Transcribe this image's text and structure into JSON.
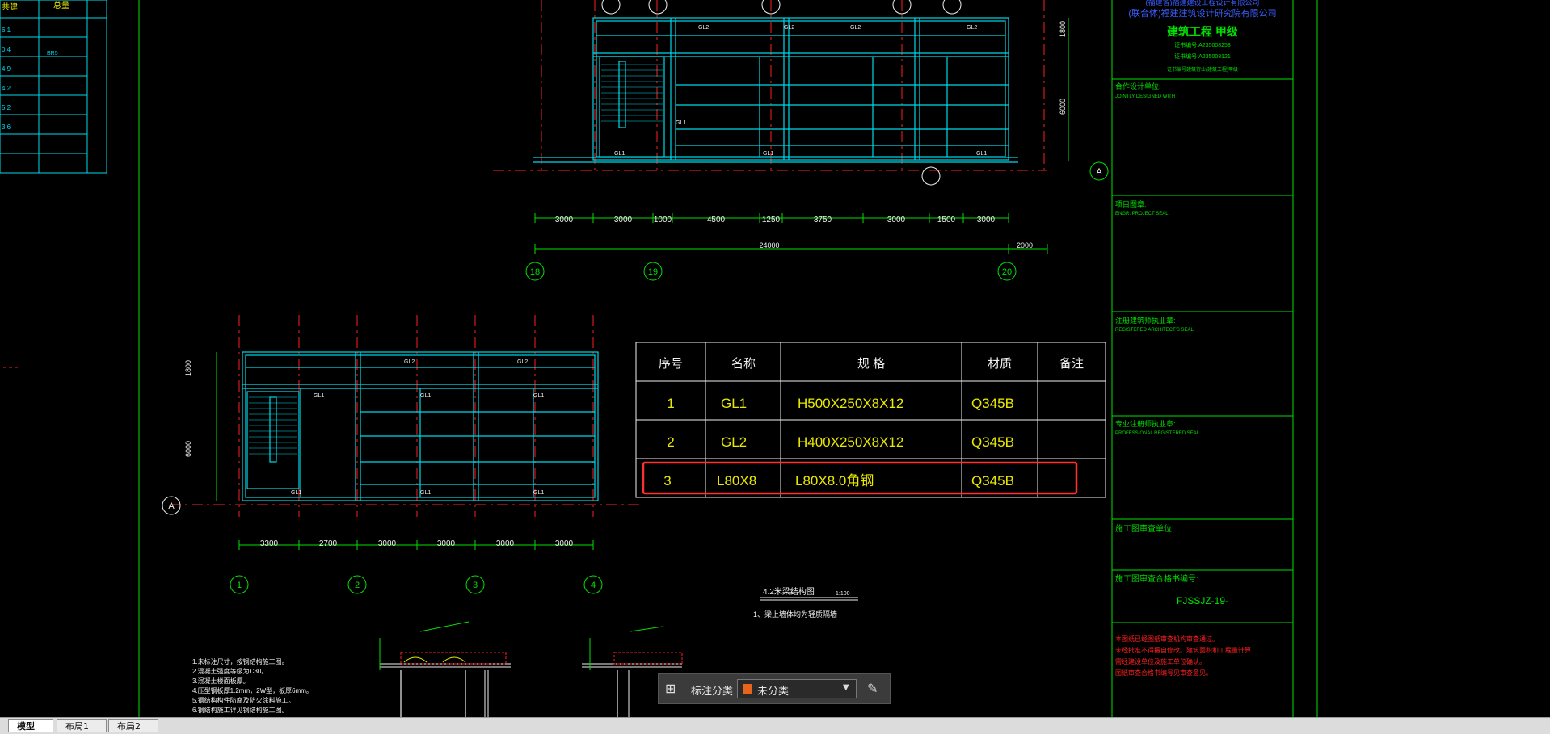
{
  "colors": {
    "background": "#000000",
    "cyan": "#00d8e8",
    "green": "#00e000",
    "red": "#ff2020",
    "yellow": "#e8e800",
    "white": "#f0f0f0",
    "highlight": "#ff3030"
  },
  "top_left_table": {
    "headers": [
      "共建",
      "总量"
    ],
    "rows": [
      "6.1",
      "0.4",
      "4.9",
      "4.2",
      "5.2",
      "3.6"
    ],
    "tag": "BR5"
  },
  "top_plan": {
    "dims": [
      "3000",
      "3000",
      "1000",
      "4500",
      "1250",
      "3750",
      "3000",
      "1500",
      "3000"
    ],
    "total": "24000",
    "right_extra": "2000",
    "axes": [
      "18",
      "19",
      "20"
    ],
    "axis_a": "A",
    "v_dims": [
      "1800",
      "6000"
    ],
    "beams": [
      "GL1",
      "GL2"
    ]
  },
  "bottom_plan": {
    "dims": [
      "3300",
      "2700",
      "3000",
      "3000",
      "3000",
      "3000"
    ],
    "axes": [
      "1",
      "2",
      "3",
      "4"
    ],
    "axis_a": "A",
    "v_dims": [
      "1800",
      "6000"
    ],
    "beams": [
      "GL1",
      "GL2"
    ]
  },
  "material_table": {
    "headers": [
      "序号",
      "名称",
      "规 格",
      "材质",
      "备注"
    ],
    "rows": [
      {
        "no": "1",
        "name": "GL1",
        "spec": "H500X250X8X12",
        "mat": "Q345B",
        "note": ""
      },
      {
        "no": "2",
        "name": "GL2",
        "spec": "H400X250X8X12",
        "mat": "Q345B",
        "note": ""
      },
      {
        "no": "3",
        "name": "L80X8",
        "spec": "L80X8.0角钢",
        "mat": "Q345B",
        "note": ""
      }
    ]
  },
  "section_title": {
    "title": "4.2米梁结构图",
    "scale": "1:100",
    "note": "1、梁上墙体均为轻质隔墙"
  },
  "notes": [
    "1.未标注尺寸，按钢结构施工图。",
    "2.混凝土强度等级为C30。",
    "3.混凝土楼面板厚。",
    "4.压型钢板厚1.2mm，2W型，板厚6mm。",
    "5.钢结构构件防腐及防火涂料施工。",
    "6.钢结构施工详见钢结构施工图。"
  ],
  "title_block": {
    "company1": "(福建省)福建建设工程设计有限公司",
    "company2": "(联合体)福建建筑设计研究院有限公司",
    "license": "建筑工程 甲级",
    "code1": "证书编号:A235008258",
    "code2": "证书编号:A235008121",
    "desc": "证书编号建筑行业(建筑工程)甲级",
    "joint_cn": "合作设计单位:",
    "joint_en": "JOINTLY DESIGNED WITH",
    "proj_cn": "项目图章:",
    "proj_en": "ENGR. PROJECT SEAL",
    "arch_cn": "注册建筑师执业章:",
    "arch_en": "REGISTERED ARCHITECT'S SEAL",
    "prof_cn": "专业注册师执业章:",
    "prof_en": "PROFESSIONAL REGISTERED SEAL",
    "review_unit": "施工图审查单位:",
    "review_no": "施工图审查合格书编号:",
    "review_code": "FJSSJZ-19-",
    "red_notes": [
      "本图纸已经图纸审查机构审查通过。",
      "未经批准不得擅自修改。建筑面积和工程量计算",
      "需经建设单位及施工单位确认。",
      "图纸审查合格书编号见审查意见。"
    ]
  },
  "popup": {
    "label": "标注分类",
    "value": "未分类"
  },
  "tabs": [
    "模型",
    "布局1",
    "布局2"
  ]
}
